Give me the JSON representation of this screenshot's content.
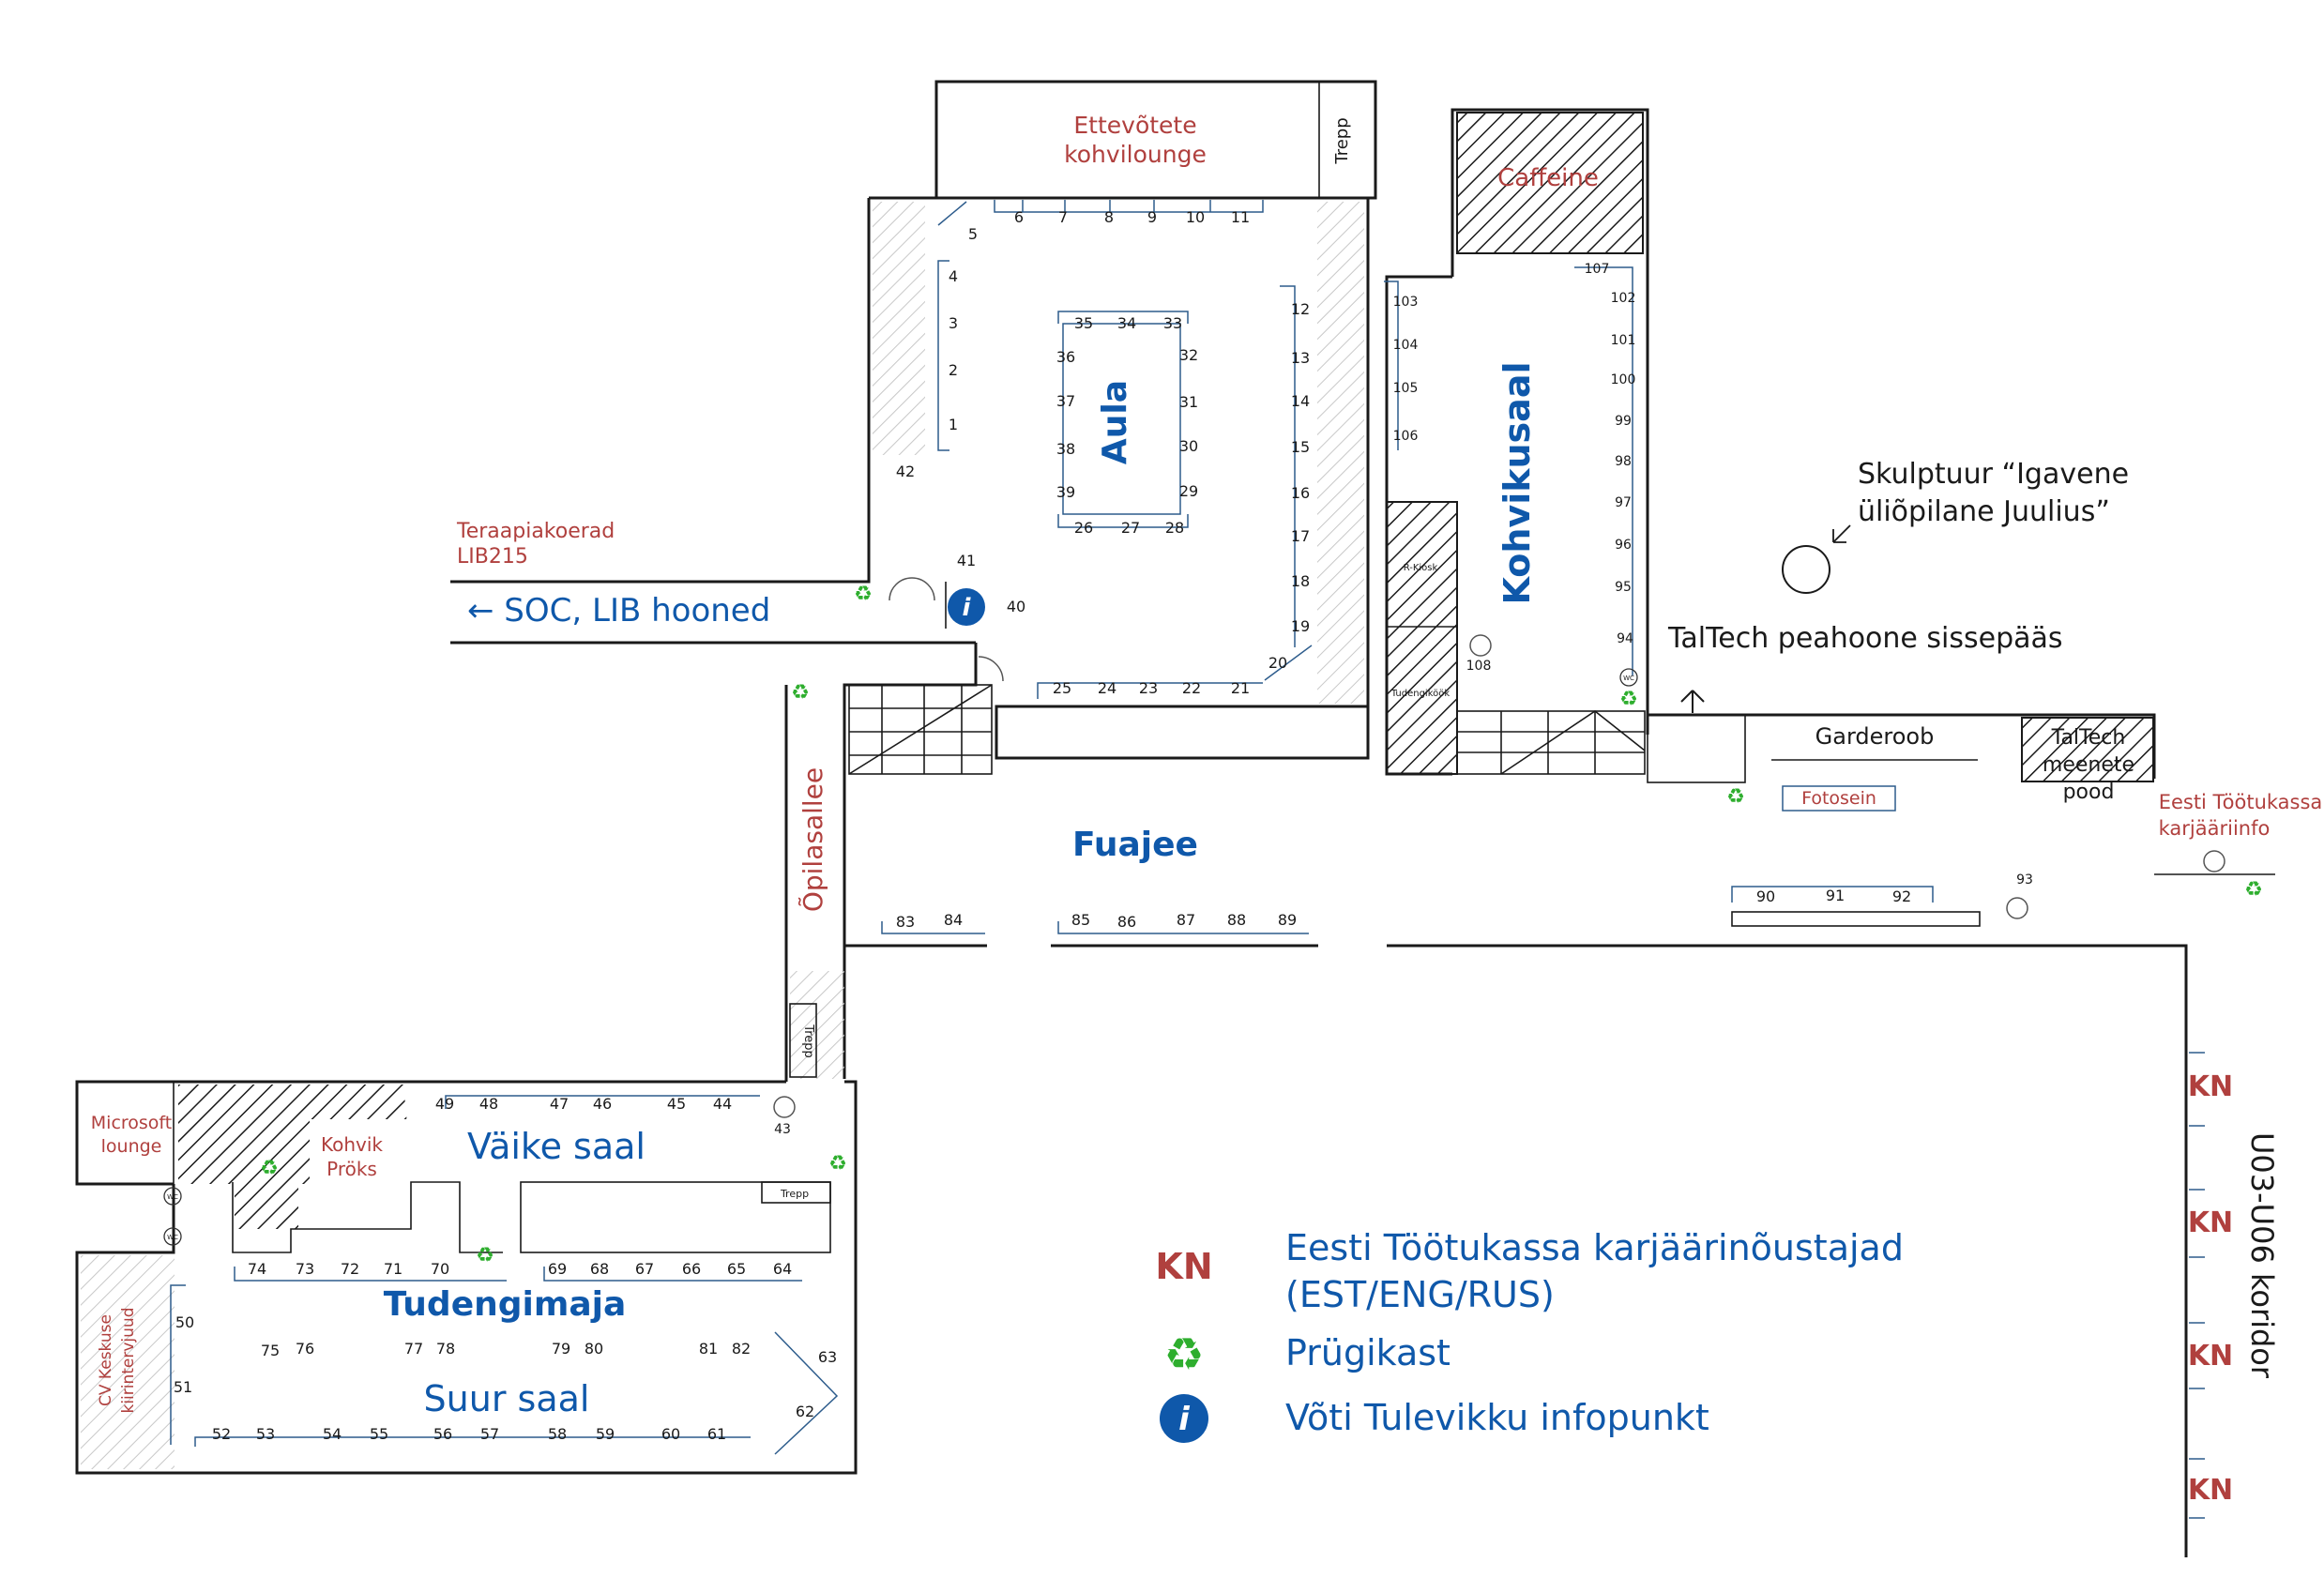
{
  "labels": {
    "ettevotete": "Ettevõtete",
    "kohvilounge": "kohvilounge",
    "trepp_top": "Trepp",
    "caffeine": "Caffeine",
    "aula": "Aula",
    "kohvikusaal": "Kohvikusaal",
    "skulptuur_l1": "Skulptuur “Igavene",
    "skulptuur_l2": "üliõpilane Juulius”",
    "teraapia_l1": "Teraapiakoerad",
    "teraapia_l2": "LIB215",
    "soc_lib": "← SOC, LIB hooned",
    "peahoone": "TalTech peahoone sissepääs",
    "garderoob": "Garderoob",
    "fotosein": "Fotosein",
    "meenete_l1": "TalTech",
    "meenete_l2": "meenete",
    "meenete_l3": "pood",
    "tootukassa_l1": "Eesti Töötukassa",
    "tootukassa_l2": "karjääriinfo",
    "r_kiosk": "R-Kiosk",
    "tudengikook": "Tudengiköök",
    "fuajee": "Fuajee",
    "opilasallee": "Õpilasallee",
    "trepp_mid": "Trepp",
    "microsoft_l1": "Microsoft",
    "microsoft_l2": "lounge",
    "kohvik_l1": "Kohvik",
    "kohvik_l2": "Pröks",
    "vaike_saal": "Väike saal",
    "trepp_small": "Trepp",
    "tudengimaja": "Tudengimaja",
    "suur_saal": "Suur saal",
    "cv_l1": "CV Keskuse",
    "cv_l2": "kiirintervjuud",
    "koridor": "U03-U06 koridor",
    "wc": "WC",
    "info_glyph": "i",
    "recycle_glyph": "♻"
  },
  "legend": {
    "kn_code": "KN",
    "kn_text_l1": "Eesti Töötukassa karjäärinõustajad",
    "kn_text_l2": "(EST/ENG/RUS)",
    "recycle_text": "Prügikast",
    "info_text": "Võti Tulevikku infopunkt"
  },
  "kn_marks": [
    "KN",
    "KN",
    "KN",
    "KN"
  ],
  "booths": {
    "aula_top": [
      "6",
      "7",
      "8",
      "9",
      "10",
      "11"
    ],
    "aula_left": [
      "5",
      "4",
      "3",
      "2",
      "1",
      "42"
    ],
    "aula_right": [
      "12",
      "13",
      "14",
      "15",
      "16",
      "17",
      "18",
      "19",
      "20"
    ],
    "aula_bottom": [
      "25",
      "24",
      "23",
      "22",
      "21"
    ],
    "aula_entry": [
      "41",
      "40"
    ],
    "aula_island_top": [
      "35",
      "34",
      "33"
    ],
    "aula_island_left": [
      "36",
      "37",
      "38",
      "39"
    ],
    "aula_island_right": [
      "32",
      "31",
      "30",
      "29"
    ],
    "aula_island_bottom": [
      "26",
      "27",
      "28"
    ],
    "kohvik_left": [
      "103",
      "104",
      "105",
      "106"
    ],
    "kohvik_right": [
      "107",
      "102",
      "101",
      "100",
      "99",
      "98",
      "97",
      "96",
      "95",
      "94"
    ],
    "kohvik_other": [
      "108"
    ],
    "fuajee_a": [
      "83",
      "84"
    ],
    "fuajee_b": [
      "85",
      "86",
      "87",
      "88",
      "89"
    ],
    "fuajee_c": [
      "90",
      "91",
      "92"
    ],
    "fuajee_other": [
      "93"
    ],
    "vaike_top": [
      "49",
      "48",
      "47",
      "46",
      "45",
      "44"
    ],
    "vaike_other": [
      "43"
    ],
    "mid_left": [
      "74",
      "73",
      "72",
      "71",
      "70"
    ],
    "mid_right": [
      "69",
      "68",
      "67",
      "66",
      "65",
      "64"
    ],
    "suur_left": [
      "50",
      "51"
    ],
    "suur_pairs": [
      "75",
      "76",
      "77",
      "78",
      "79",
      "80",
      "81",
      "82"
    ],
    "suur_right": [
      "63",
      "62"
    ],
    "suur_bottom": [
      "52",
      "53",
      "54",
      "55",
      "56",
      "57",
      "58",
      "59",
      "60",
      "61"
    ]
  }
}
